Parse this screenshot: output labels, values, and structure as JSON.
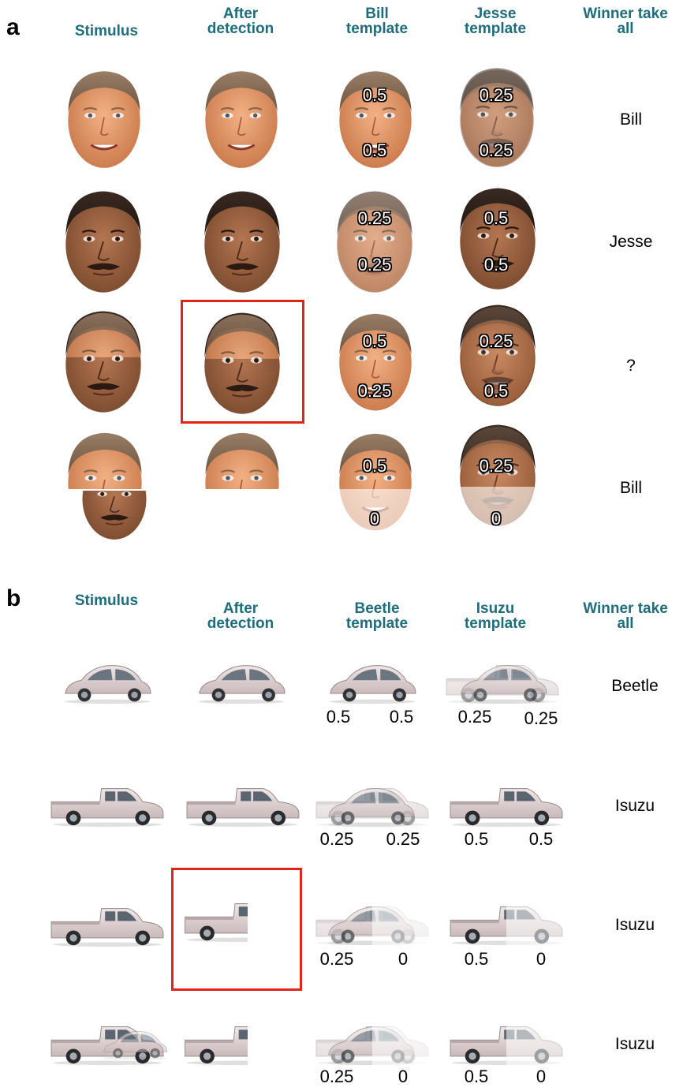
{
  "panel_a": {
    "label": "a",
    "headers": {
      "stimulus": "Stimulus",
      "after_detection_1": "After",
      "after_detection_2": "detection",
      "template_1_line1": "Bill",
      "template_1_line2": "template",
      "template_2_line1": "Jesse",
      "template_2_line2": "template",
      "winner_1": "Winner take",
      "winner_2": "all"
    },
    "rows": [
      {
        "template_1_scores": [
          "0.5",
          "0.5"
        ],
        "template_2_scores": [
          "0.25",
          "0.25"
        ],
        "winner": "Bill"
      },
      {
        "template_1_scores": [
          "0.25",
          "0.25"
        ],
        "template_2_scores": [
          "0.5",
          "0.5"
        ],
        "winner": "Jesse"
      },
      {
        "template_1_scores": [
          "0.5",
          "0.25"
        ],
        "template_2_scores": [
          "0.25",
          "0.5"
        ],
        "winner": "?"
      },
      {
        "template_1_scores": [
          "0.5",
          "0"
        ],
        "template_2_scores": [
          "0.25",
          "0"
        ],
        "winner": "Bill"
      }
    ]
  },
  "panel_b": {
    "label": "b",
    "headers": {
      "stimulus": "Stimulus",
      "after_detection_1": "After",
      "after_detection_2": "detection",
      "template_1_line1": "Beetle",
      "template_1_line2": "template",
      "template_2_line1": "Isuzu",
      "template_2_line2": "template",
      "winner_1": "Winner take",
      "winner_2": "all"
    },
    "rows": [
      {
        "template_1_scores": [
          "0.5",
          "0.5"
        ],
        "template_2_scores": [
          "0.25",
          "0.25"
        ],
        "winner": "Beetle"
      },
      {
        "template_1_scores": [
          "0.25",
          "0.25"
        ],
        "template_2_scores": [
          "0.5",
          "0.5"
        ],
        "winner": "Isuzu"
      },
      {
        "template_1_scores": [
          "0.25",
          "0"
        ],
        "template_2_scores": [
          "0.5",
          "0"
        ],
        "winner": "Isuzu"
      },
      {
        "template_1_scores": [
          "0.25",
          "0"
        ],
        "template_2_scores": [
          "0.5",
          "0"
        ],
        "winner": "Isuzu"
      }
    ]
  },
  "colors": {
    "header": "#1f6d7c",
    "highlight_box": "#e2231a"
  }
}
